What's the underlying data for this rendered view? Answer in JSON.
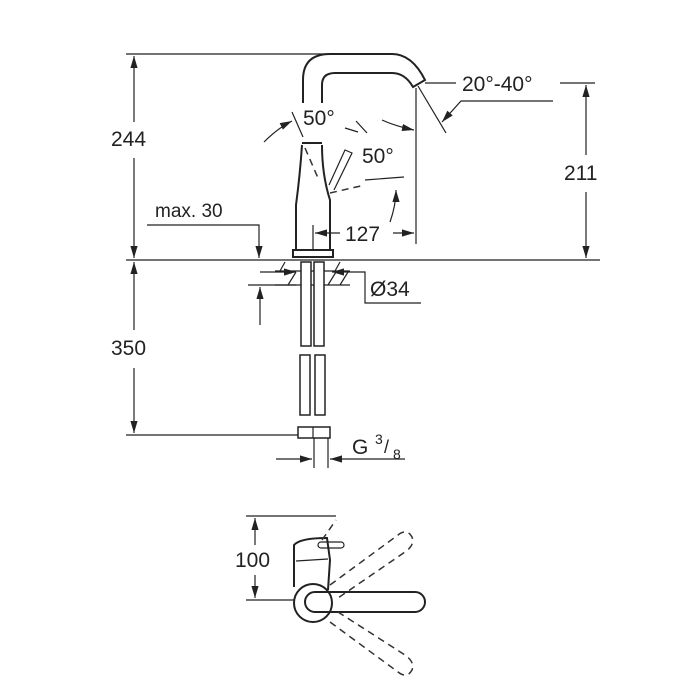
{
  "labels": {
    "total_height": "244",
    "spout_height": "211",
    "swivel_angle": "20°-40°",
    "lever_angle_1": "50°",
    "lever_angle_2": "50°",
    "spout_reach": "127",
    "max_thickness": "max. 30",
    "hole_diameter": "Ø34",
    "hose_length": "350",
    "connection_g": "G",
    "connection_num": "3",
    "connection_den": "8",
    "top_view_depth": "100"
  },
  "colors": {
    "line": "#222222",
    "background": "#ffffff"
  }
}
